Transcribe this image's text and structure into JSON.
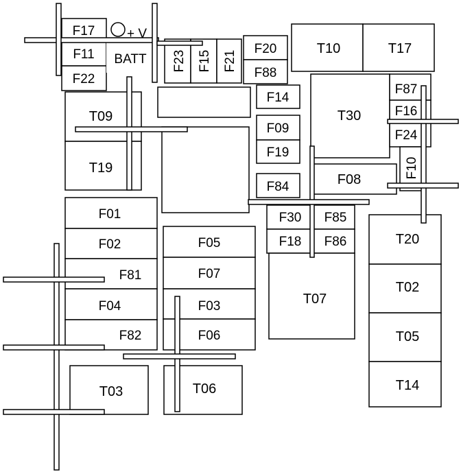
{
  "diagram": {
    "batt": {
      "label": "BATT",
      "terminal_label": "+ V"
    },
    "fuses": {
      "f17": "F17",
      "f11": "F11",
      "f22": "F22",
      "f23": "F23",
      "f15": "F15",
      "f21": "F21",
      "f20": "F20",
      "f88": "F88",
      "f14": "F14",
      "f09": "F09",
      "f19": "F19",
      "f84": "F84",
      "f87": "F87",
      "f16": "F16",
      "f24": "F24",
      "f10": "F10",
      "f08": "F08",
      "f30": "F30",
      "f85": "F85",
      "f18": "F18",
      "f86": "F86",
      "f01": "F01",
      "f02": "F02",
      "f81": "F81",
      "f04": "F04",
      "f82": "F82",
      "f05": "F05",
      "f07": "F07",
      "f03": "F03",
      "f06": "F06"
    },
    "relays": {
      "t10": "T10",
      "t17": "T17",
      "t30": "T30",
      "t09": "T09",
      "t19": "T19",
      "t07": "T07",
      "t20": "T20",
      "t02": "T02",
      "t05": "T05",
      "t14": "T14",
      "t03": "T03",
      "t06": "T06"
    }
  }
}
